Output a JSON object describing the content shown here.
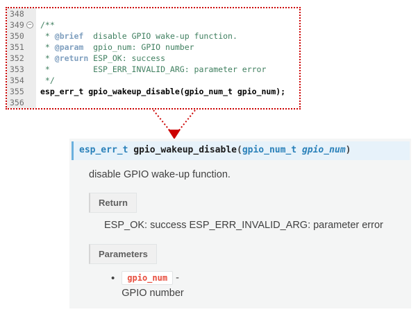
{
  "colors": {
    "red-accent": "#cc0000",
    "comment-green": "#3f7f5f",
    "doctag-blue": "#7f9fbf",
    "sig-bg": "#e7f2fa",
    "sig-accent": "#6ab0de",
    "link-blue": "#2980b9",
    "param-red": "#e74c3c"
  },
  "editor": {
    "lines": [
      {
        "num": "348",
        "segments": []
      },
      {
        "num": "349",
        "fold": true,
        "segments": [
          {
            "text": "/**",
            "cls": "comment"
          }
        ]
      },
      {
        "num": "350",
        "segments": [
          {
            "text": " * ",
            "cls": "comment"
          },
          {
            "text": "@brief",
            "cls": "doctag"
          },
          {
            "text": "  disable GPIO wake-up function.",
            "cls": "comment"
          }
        ]
      },
      {
        "num": "351",
        "segments": [
          {
            "text": " * ",
            "cls": "comment"
          },
          {
            "text": "@param",
            "cls": "doctag"
          },
          {
            "text": "  gpio_num: GPIO number",
            "cls": "comment"
          }
        ]
      },
      {
        "num": "352",
        "segments": [
          {
            "text": " * ",
            "cls": "comment"
          },
          {
            "text": "@return",
            "cls": "doctag"
          },
          {
            "text": " ESP_OK: success",
            "cls": "comment"
          }
        ]
      },
      {
        "num": "353",
        "segments": [
          {
            "text": " *         ESP_ERR_INVALID_ARG: parameter error",
            "cls": "comment"
          }
        ]
      },
      {
        "num": "354",
        "segments": [
          {
            "text": " */",
            "cls": "comment"
          }
        ]
      },
      {
        "num": "355",
        "segments": [
          {
            "text": "esp_err_t gpio_wakeup_disable(gpio_num_t gpio_num);",
            "cls": "code"
          }
        ]
      },
      {
        "num": "356",
        "segments": []
      }
    ]
  },
  "doc": {
    "signature": [
      {
        "text": "esp_err_t ",
        "cls": "sig-type",
        "link": true
      },
      {
        "text": "gpio_wakeup_disable",
        "cls": "sig-name",
        "link": false
      },
      {
        "text": "(",
        "cls": "sig-plain",
        "link": false
      },
      {
        "text": "gpio_num_t",
        "cls": "sig-type",
        "link": true
      },
      {
        "text": " ",
        "cls": "sig-plain",
        "link": false
      },
      {
        "text": "gpio_num",
        "cls": "sig-param",
        "link": false
      },
      {
        "text": ")",
        "cls": "sig-plain",
        "link": false
      }
    ],
    "description": "disable GPIO wake-up function.",
    "return_label": "Return",
    "return_text": "ESP_OK: success ESP_ERR_INVALID_ARG: parameter error",
    "parameters_label": "Parameters",
    "parameters": [
      {
        "name": "gpio_num",
        "separator": "-",
        "description": "GPIO number"
      }
    ]
  }
}
